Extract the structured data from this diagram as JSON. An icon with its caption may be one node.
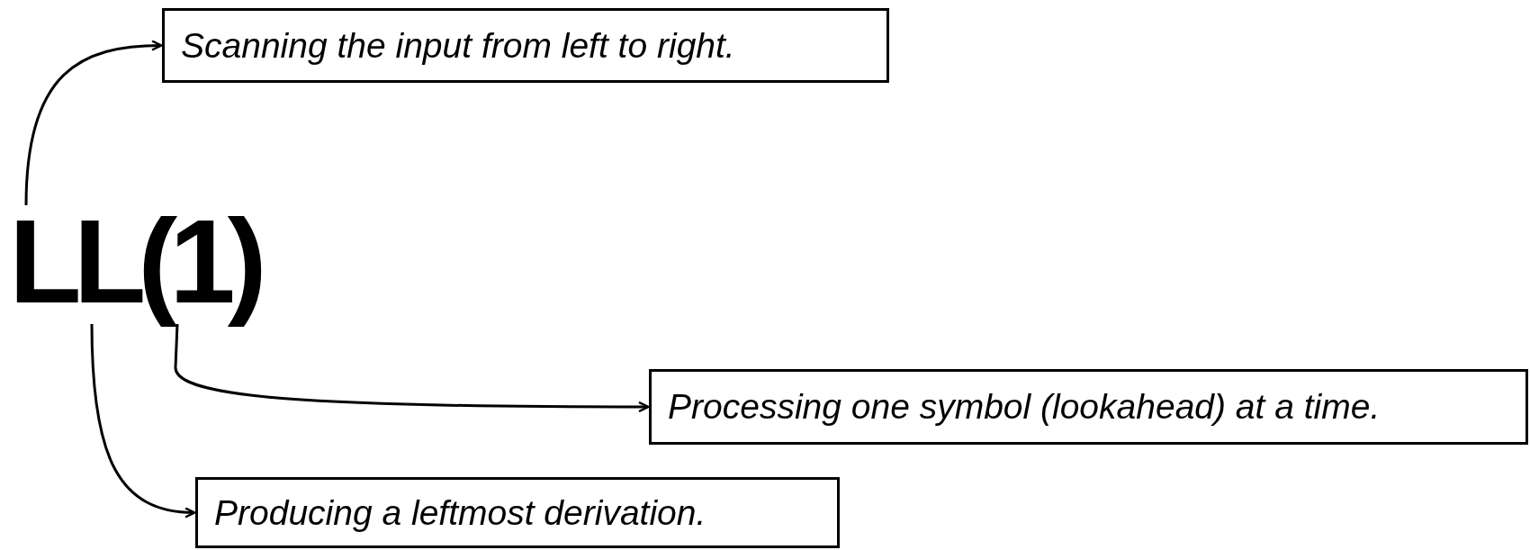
{
  "diagram": {
    "nodes": [
      {
        "text": [
          "Scanning the input from left to right."
        ]
      },
      {
        "text": [
          "LL(1)"
        ]
      },
      {
        "text": [
          "Processing one symbol (lookahead) at a time."
        ]
      },
      {
        "text": [
          "Producing a leftmost derivation."
        ]
      }
    ],
    "edges": [
      {
        "from": 1,
        "to": 0,
        "arrow": "to"
      },
      {
        "from": 1,
        "to": 2,
        "arrow": "to"
      },
      {
        "from": 1,
        "to": 3,
        "arrow": "to"
      }
    ]
  }
}
